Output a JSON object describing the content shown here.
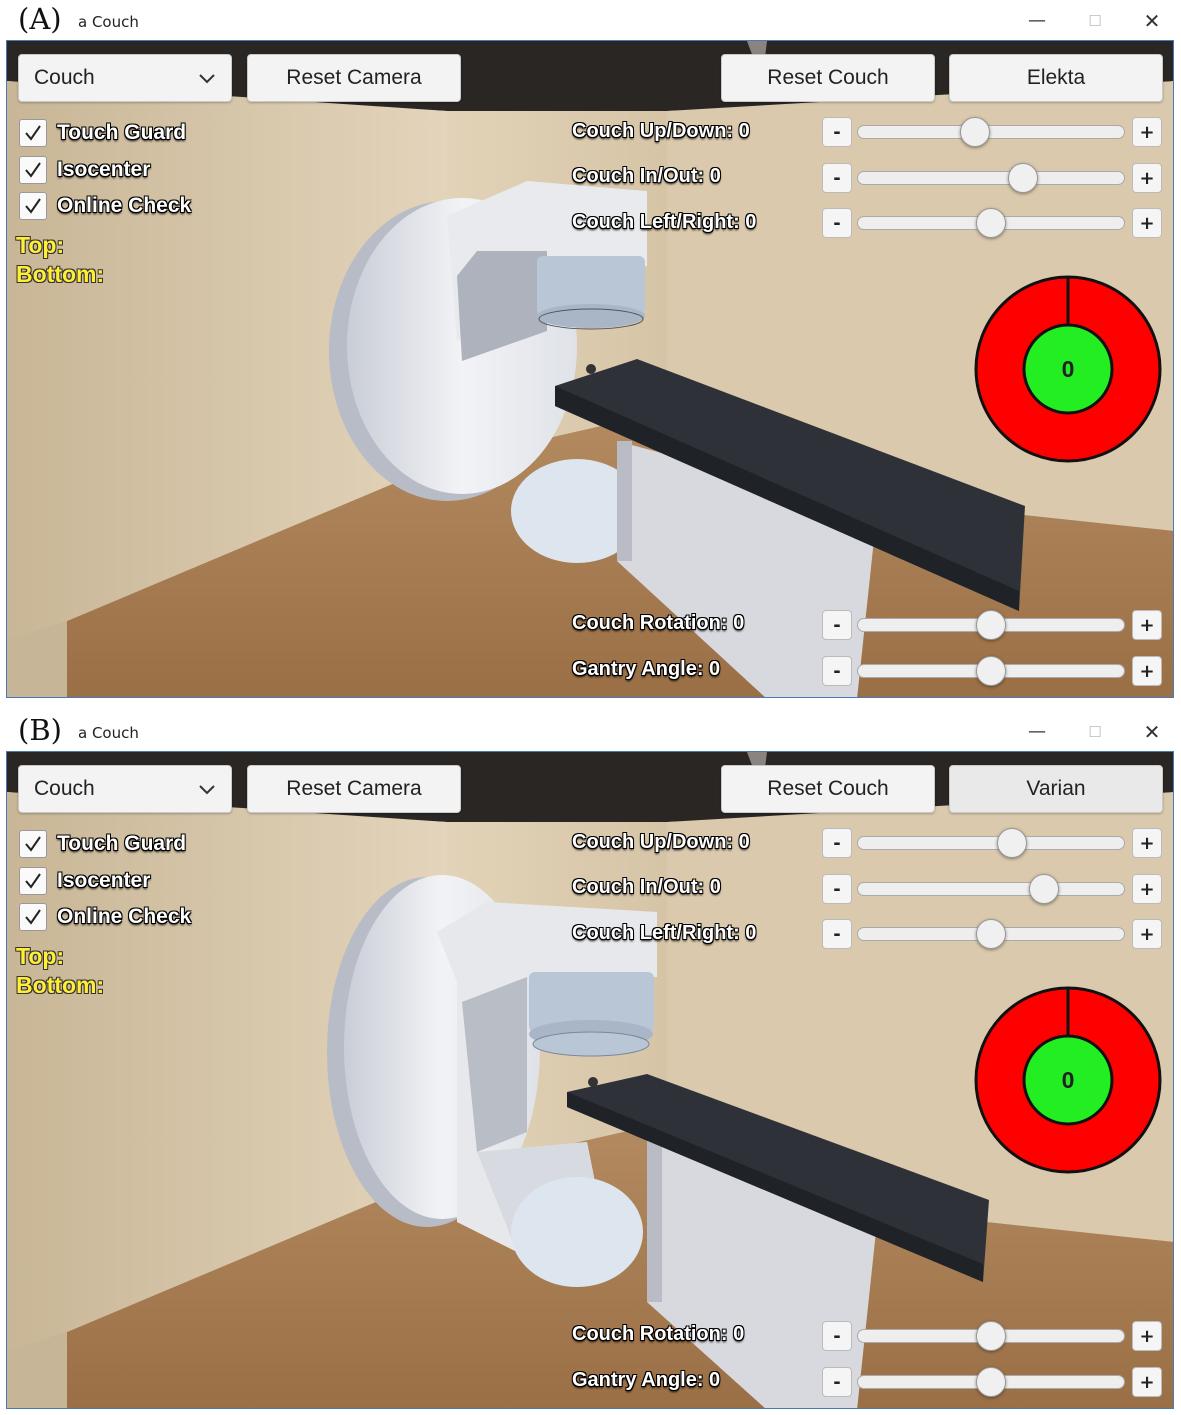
{
  "panels": [
    {
      "letter": "(A)",
      "window_title": "a Couch",
      "dropdown_value": "Couch",
      "buttons": {
        "reset_camera": "Reset Camera",
        "reset_couch": "Reset Couch",
        "vendor": "Elekta"
      },
      "checkboxes": [
        {
          "label": "Touch Guard",
          "checked": true
        },
        {
          "label": "Isocenter",
          "checked": true
        },
        {
          "label": "Online Check",
          "checked": true
        }
      ],
      "top_label": "Top:",
      "bottom_label": "Bottom:",
      "sliders": [
        {
          "label": "Couch Up/Down: 0",
          "position": 0.44
        },
        {
          "label": "Couch In/Out: 0",
          "position": 0.62
        },
        {
          "label": "Couch Left/Right: 0",
          "position": 0.5
        },
        {
          "label": "Couch Rotation: 0",
          "position": 0.5
        },
        {
          "label": "Gantry Angle: 0",
          "position": 0.5
        }
      ],
      "gauge_value": "0"
    },
    {
      "letter": "(B)",
      "window_title": "a Couch",
      "dropdown_value": "Couch",
      "buttons": {
        "reset_camera": "Reset Camera",
        "reset_couch": "Reset Couch",
        "vendor": "Varian"
      },
      "checkboxes": [
        {
          "label": "Touch Guard",
          "checked": true
        },
        {
          "label": "Isocenter",
          "checked": true
        },
        {
          "label": "Online Check",
          "checked": true
        }
      ],
      "top_label": "Top:",
      "bottom_label": "Bottom:",
      "sliders": [
        {
          "label": "Couch Up/Down: 0",
          "position": 0.58
        },
        {
          "label": "Couch In/Out: 0",
          "position": 0.7
        },
        {
          "label": "Couch Left/Right: 0",
          "position": 0.5
        },
        {
          "label": "Couch Rotation: 0",
          "position": 0.5
        },
        {
          "label": "Gantry Angle: 0",
          "position": 0.5
        }
      ],
      "gauge_value": "0"
    }
  ],
  "colors": {
    "gauge_outer": "#ff0000",
    "gauge_inner": "#22ee22",
    "label_yellow": "#ffee33",
    "wall": "#d8c6a8",
    "floor": "#a47a50",
    "couch_top": "#2e3238"
  }
}
